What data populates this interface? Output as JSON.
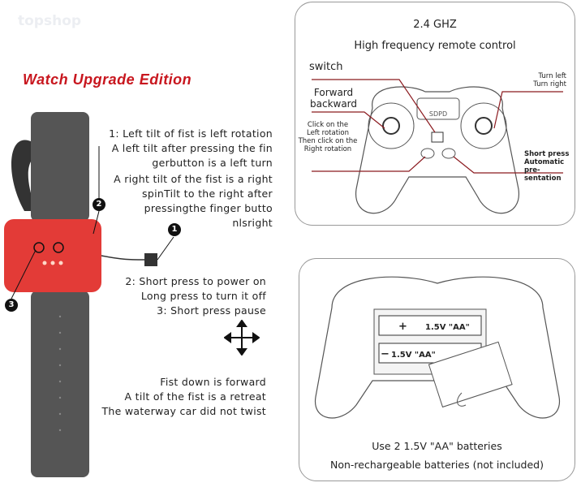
{
  "watermark": "topshop",
  "title": "Watch Upgrade Edition",
  "watch_markers": [
    "1",
    "2",
    "3"
  ],
  "tilt_text": [
    "1: Left tilt of fist is left rotation",
    "A left tilt after pressing the fin",
    "gerbutton is a left turn",
    "A right tilt of the fist is a right",
    "spinTilt to the right after",
    "pressingthe finger butto",
    "nlsright"
  ],
  "power_text": [
    "2: Short press to power on",
    "Long press to turn it off",
    "3: Short press pause"
  ],
  "fist_text": [
    "Fist down is forward",
    "A tilt of the fist is a retreat",
    "The waterway car did not twist"
  ],
  "remote": {
    "freq": "2.4 GHZ",
    "subtitle": "High frequency remote control",
    "switch": "switch",
    "forward": "Forward",
    "backward": "backward",
    "click_left": [
      "Click on the",
      "Left rotation",
      "Then click on the",
      "Right rotation"
    ],
    "turn": [
      "Turn left",
      "Turn right"
    ],
    "short_press": [
      "Short press",
      "Automatic pre-",
      "sentation"
    ],
    "logo": "SDPD"
  },
  "battery": {
    "cell1": "1.5V \"AA\"",
    "cell2": "1.5V \"AA\"",
    "plus": "+",
    "minus": "−",
    "line1": "Use 2 1.5V \"AA\" batteries",
    "line2": "Non-rechargeable batteries (not included)"
  }
}
